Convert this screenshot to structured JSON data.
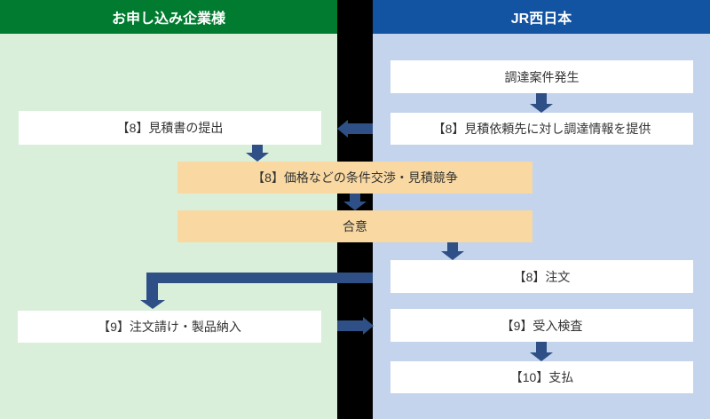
{
  "columns": {
    "left": {
      "header": "お申し込み企業様",
      "header_bg": "#007b2f",
      "body_bg": "#d9efda"
    },
    "right": {
      "header": "JR西日本",
      "header_bg": "#1253a2",
      "body_bg": "#c3d4ec"
    }
  },
  "divider_color": "#000000",
  "boxes": {
    "procurement_case": "調達案件発生",
    "provide_info": "【8】見積依頼先に対し調達情報を提供",
    "submit_quote": "【8】見積書の提出",
    "negotiation": "【8】価格などの条件交渉・見積競争",
    "agreement": "合意",
    "order": "【8】注文",
    "order_accept_delivery": "【9】注文請け・製品納入",
    "inspection": "【9】受入検査",
    "payment": "【10】支払"
  },
  "colors": {
    "arrow": "#2e5086",
    "highlight_box_bg": "#f9d8a1",
    "process_box_bg": "#ffffff",
    "process_box_text": "#333333"
  }
}
